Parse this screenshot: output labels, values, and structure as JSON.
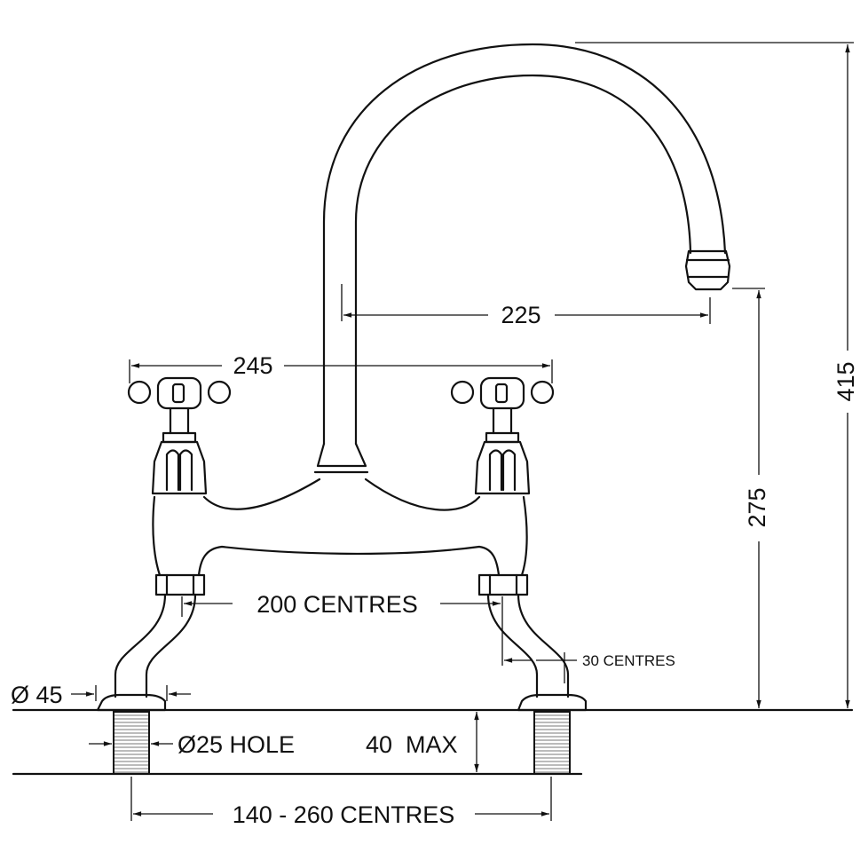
{
  "dimensions": {
    "overall_height": "415",
    "spout_outlet_height": "275",
    "spout_reach": "225",
    "handle_span": "245",
    "body_centres": "200 CENTRES",
    "leg_offset": "30 CENTRES",
    "base_diameter": "Ø 45",
    "hole_diameter": "Ø25 HOLE",
    "deck_thickness": "40  MAX",
    "tap_centres": "140 - 260 CENTRES"
  }
}
